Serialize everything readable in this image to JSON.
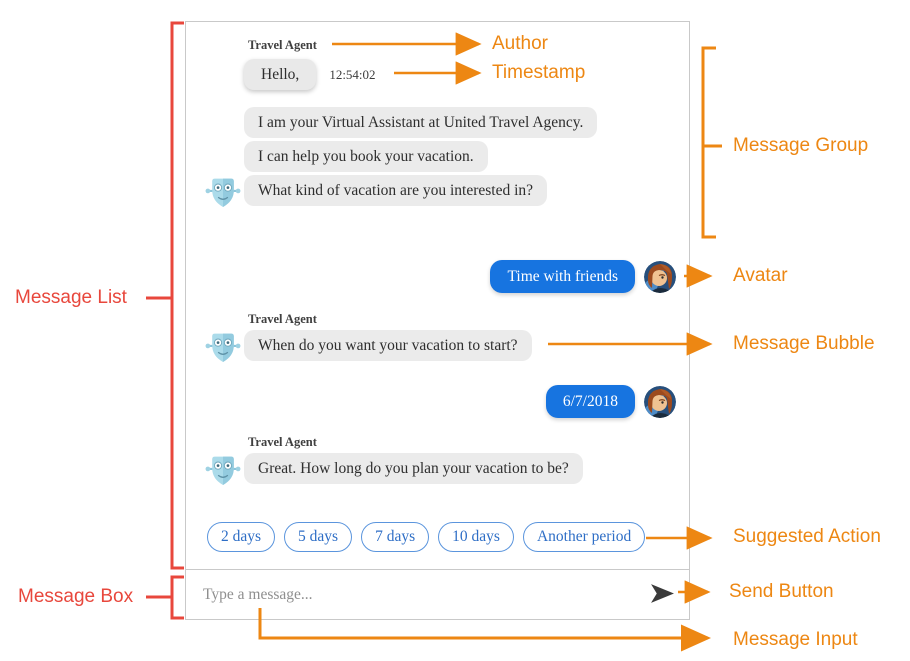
{
  "colors": {
    "orange": "#ed8713",
    "red": "#e8473c",
    "user_bubble_bg": "#1774e0",
    "bot_bubble_bg": "#ebebeb",
    "pill_border": "#5b95dd",
    "pill_text": "#2e6ec6",
    "window_border": "#c9c9c9",
    "author_text": "#404040",
    "bubble_text": "#2e2e2e"
  },
  "icons": {
    "bot_avatar": "robot-avatar-icon",
    "user_avatar": "user-avatar-icon",
    "send": "send-icon"
  },
  "chat": {
    "timestamp": "12:54:02",
    "groups": [
      {
        "author": "Travel Agent",
        "bubbles": [
          "Hello,",
          "I am your Virtual Assistant at United Travel Agency.",
          "I can help you book your vacation.",
          "What kind of vacation are you interested in?"
        ]
      },
      {
        "author": "Travel Agent",
        "bubbles": [
          "When do you want your vacation to start?"
        ]
      },
      {
        "author": "Travel Agent",
        "bubbles": [
          "Great. How long do you plan your vacation to be?"
        ]
      }
    ],
    "user_messages": [
      "Time with friends",
      "6/7/2018"
    ],
    "suggested_actions": [
      "2 days",
      "5 days",
      "7 days",
      "10 days",
      "Another period"
    ],
    "message_input_placeholder": "Type a message..."
  },
  "annotations": {
    "labels": {
      "author": "Author",
      "timestamp": "Timestamp",
      "message_group": "Message Group",
      "avatar": "Avatar",
      "message_bubble": "Message Bubble",
      "suggested_action": "Suggested Action",
      "send_button": "Send Button",
      "message_input": "Message Input",
      "message_list": "Message List",
      "message_box": "Message Box"
    }
  }
}
